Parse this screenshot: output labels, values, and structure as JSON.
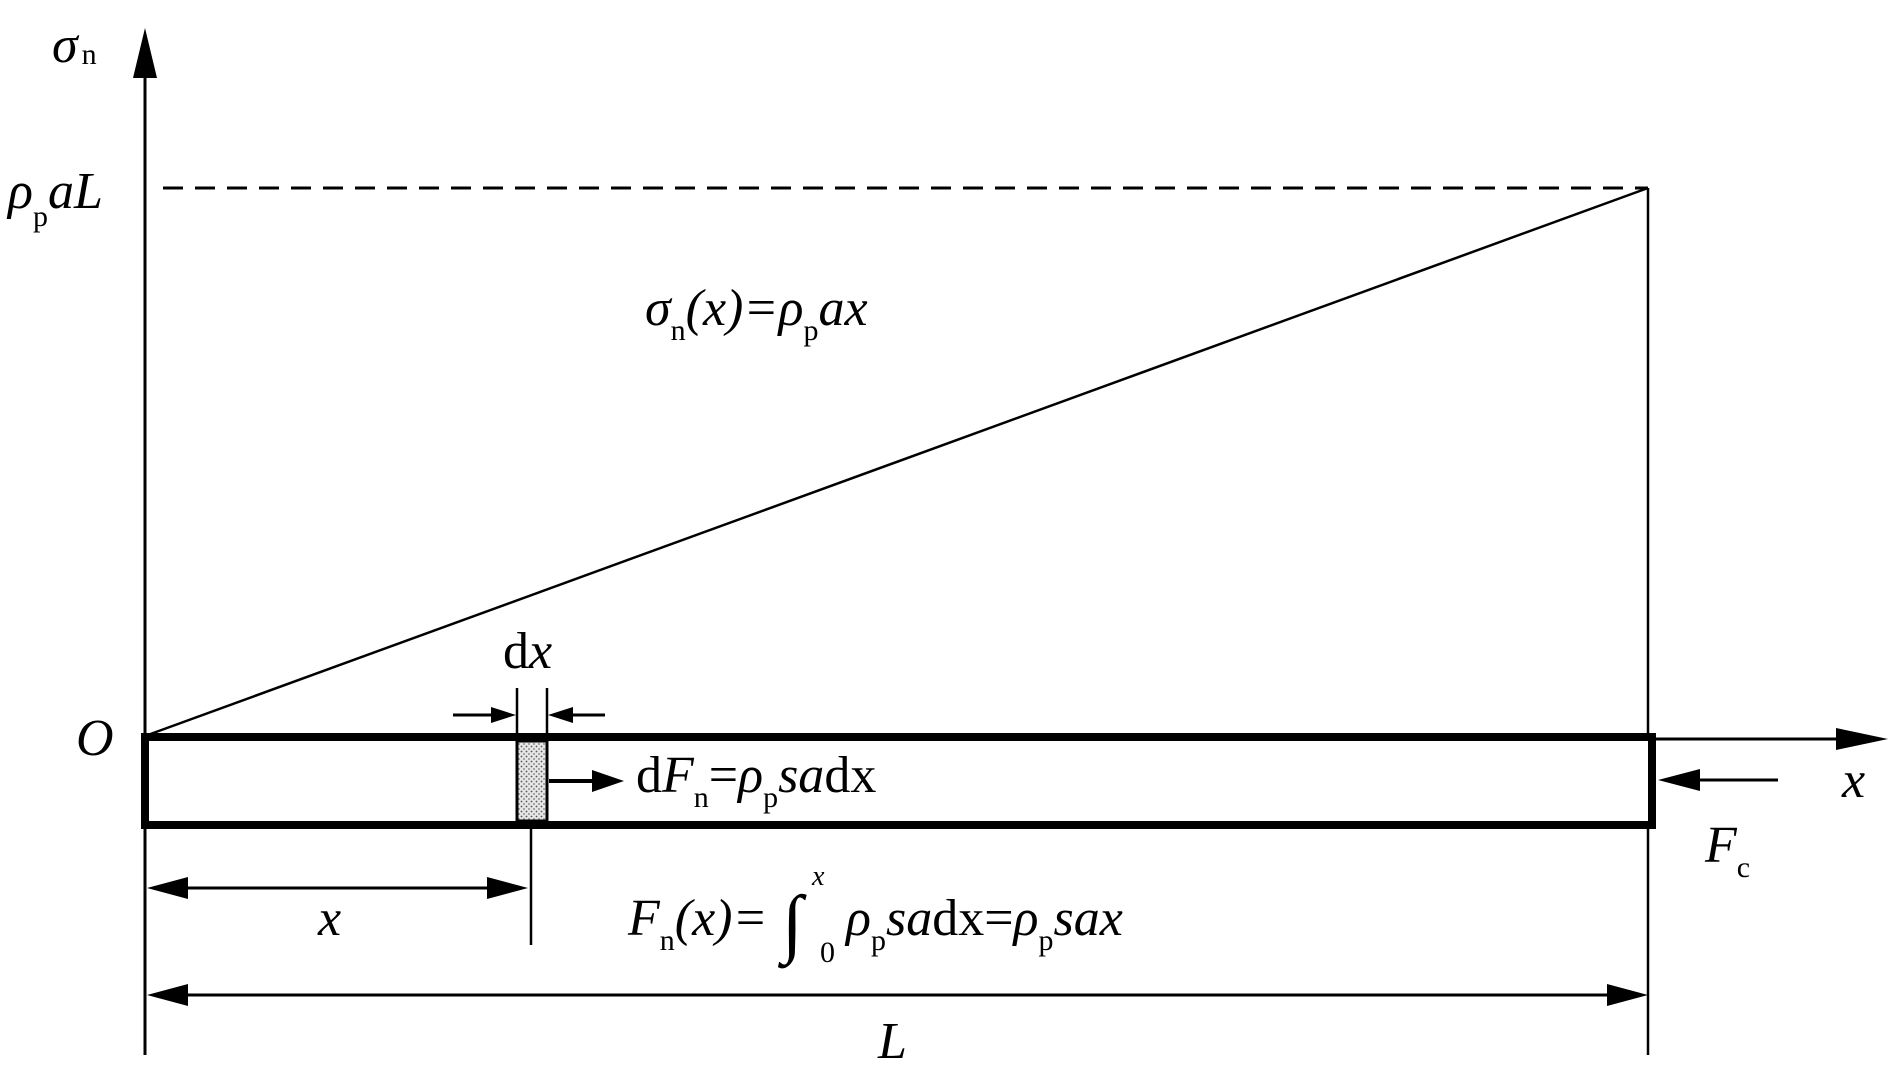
{
  "axis": {
    "y_label": "σ",
    "y_label_sub": "n",
    "x_label": "x",
    "origin_label": "O"
  },
  "y_tick": {
    "rho": "ρ",
    "rho_sub": "p",
    "tail": "aL"
  },
  "stress_formula": {
    "sigma": "σ",
    "sigma_sub": "n",
    "paren_x": "(x)=",
    "rho": "ρ",
    "rho_sub": "p",
    "tail": "ax"
  },
  "element": {
    "dx_d": "d",
    "dx_x": "x",
    "dF_d": "d",
    "dF_F": "F",
    "dF_sub": "n",
    "dF_eq": "=",
    "dF_rho": "ρ",
    "dF_rho_sub": "p",
    "dF_tail": "sa",
    "dF_dx": "dx"
  },
  "force_formula": {
    "F": "F",
    "F_sub": "n",
    "paren_x": "(x)=",
    "integral": "∫",
    "upper": "x",
    "lower": "0",
    "rho1": "ρ",
    "rho1_sub": "p",
    "mid": "sa",
    "dx_eq": "dx=",
    "rho2": "ρ",
    "rho2_sub": "p",
    "tail": "sax"
  },
  "end_force": {
    "F": "F",
    "sub": "c"
  },
  "dimensions": {
    "x_label": "x",
    "L_label": "L"
  }
}
